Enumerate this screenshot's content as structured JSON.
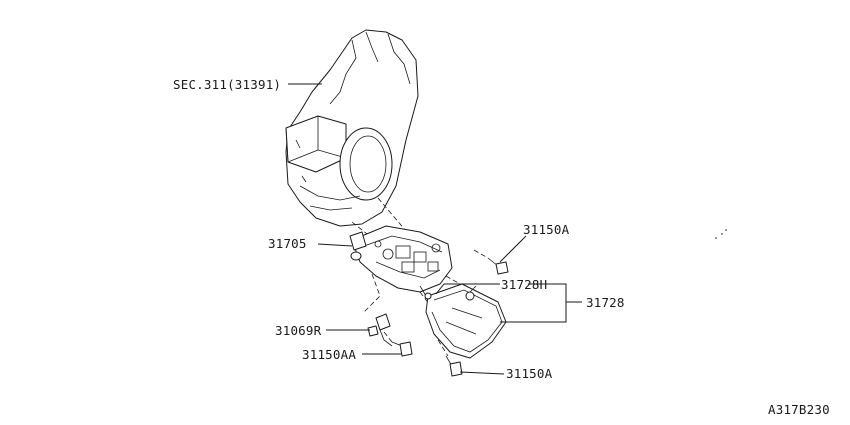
{
  "diagram": {
    "labels": {
      "sec_ref": "SEC.311(31391)",
      "valve_body": "31705",
      "bolt_upper": "31150A",
      "filter_h": "31728H",
      "filter_assy": "31728",
      "sensor_r": "31069R",
      "bolt_aa": "31150AA",
      "bolt_lower": "31150A"
    },
    "figure_code": "A317B230"
  }
}
